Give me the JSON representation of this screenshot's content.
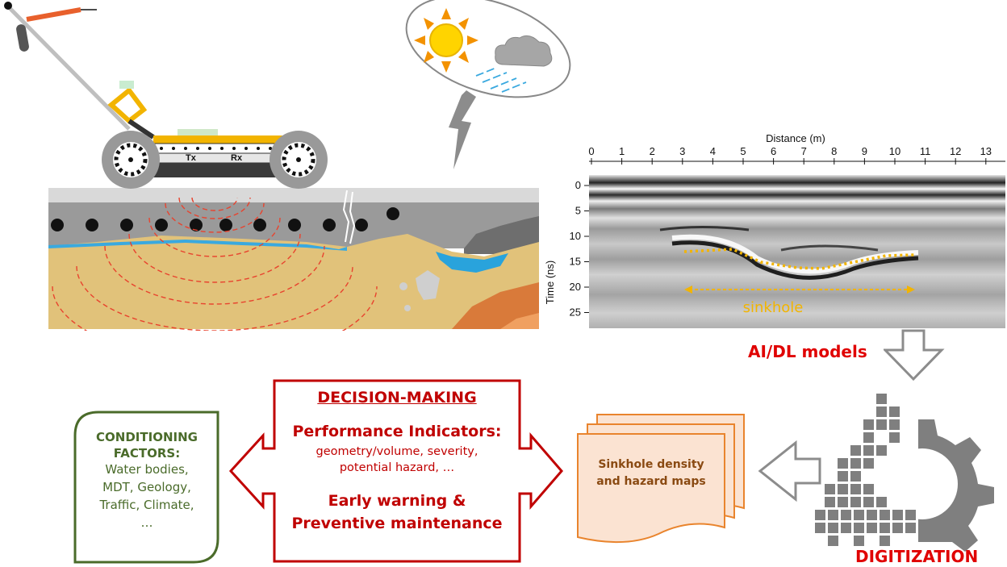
{
  "radargram": {
    "x_axis_title": "Distance (m)",
    "y_axis_title": "Time (ns)",
    "x_ticks": [
      "0",
      "1",
      "2",
      "3",
      "4",
      "5",
      "6",
      "7",
      "8",
      "9",
      "10",
      "11",
      "12",
      "13"
    ],
    "y_ticks": [
      "0",
      "5",
      "10",
      "15",
      "20",
      "25"
    ],
    "annotation": "sinkhole"
  },
  "labels": {
    "ai_models": "AI/DL models",
    "digitization": "DIGITIZATION"
  },
  "maps": {
    "line1": "Sinkhole density",
    "line2": "and hazard maps"
  },
  "decision": {
    "title": "DECISION-MAKING",
    "indicators_title": "Performance Indicators:",
    "indicators_line1": "geometry/volume, severity,",
    "indicators_line2": "potential hazard, …",
    "warning_line1": "Early warning &",
    "warning_line2": "Preventive maintenance"
  },
  "conditioning": {
    "title_line1": "CONDITIONING",
    "title_line2": "FACTORS:",
    "line1": "Water bodies,",
    "line2": "MDT, Geology,",
    "line3": "Traffic, Climate,",
    "line4": "…"
  },
  "gpr_device": {
    "tx_label": "Tx",
    "rx_label": "Rx"
  },
  "colors": {
    "red": "#c00000",
    "green": "#4a6b2a",
    "orange_doc": "#f4b183",
    "gold": "#f2b400",
    "gray": "#7f7f7f"
  }
}
